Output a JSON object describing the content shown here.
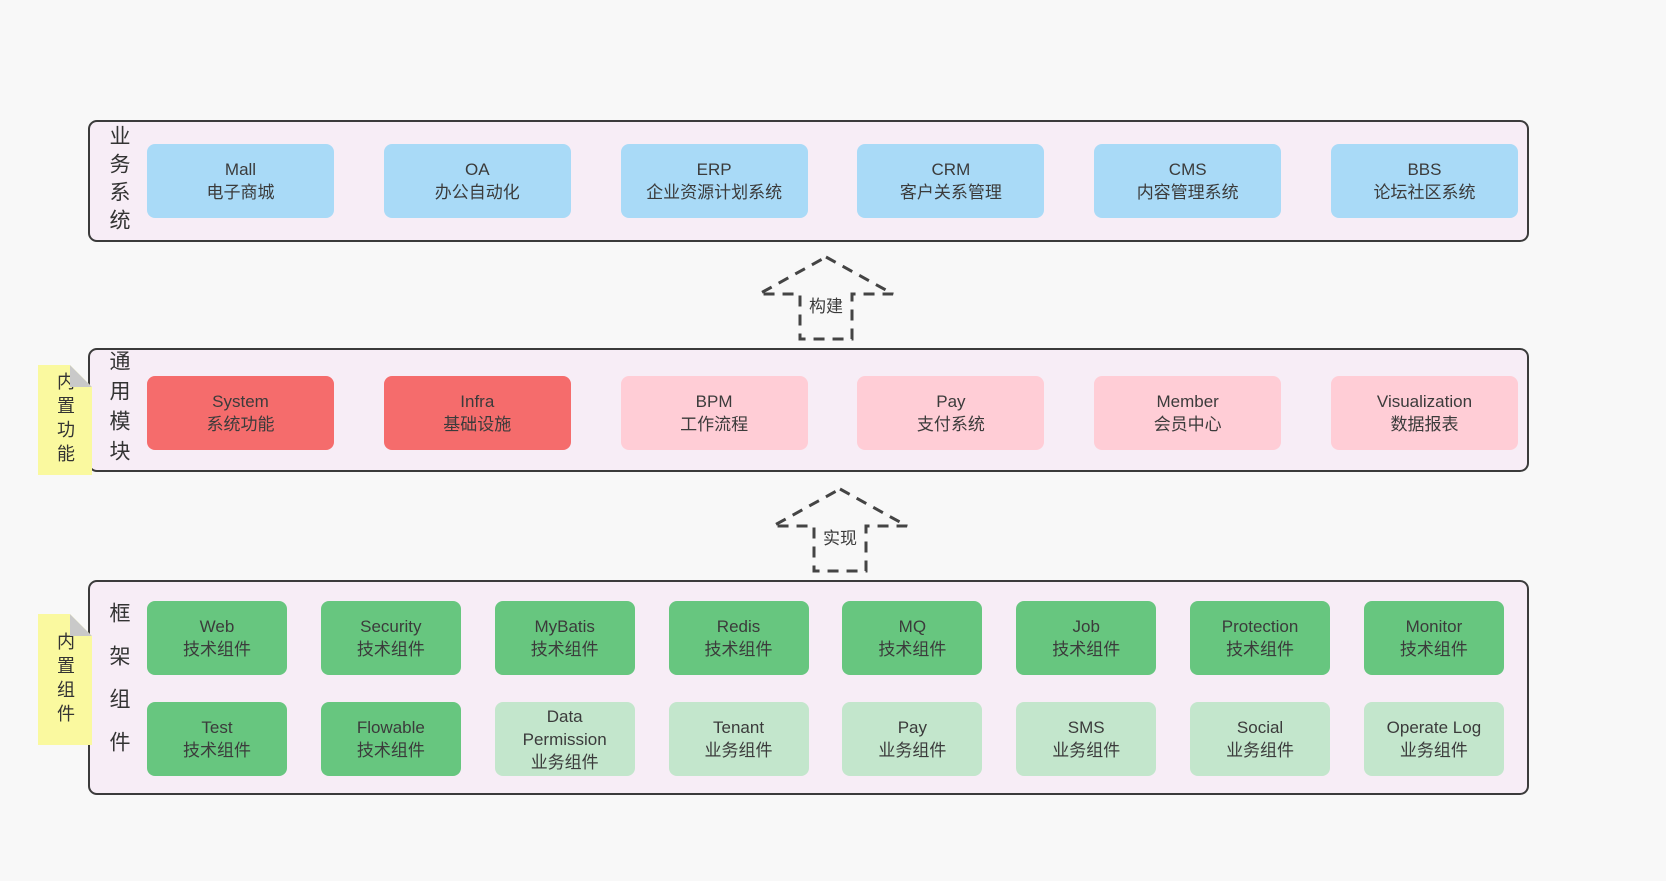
{
  "colors": {
    "page-bg": "#f8f8f8",
    "panel-bg": "#f7edf6",
    "panel-border": "#3b3b3b",
    "box-blue": "#a9daf7",
    "box-red": "#f56c6c",
    "box-pink": "#ffcdd6",
    "box-green": "#67c67f",
    "box-green-light": "#c3e6cc",
    "sticky-yellow": "#faf99f",
    "sticky-fold": "#c9c9c9",
    "text-dark": "#3b3b3b"
  },
  "arrows": [
    {
      "label": "构建"
    },
    {
      "label": "实现"
    }
  ],
  "layers": {
    "business": {
      "label": "业务系统",
      "boxes": [
        {
          "en": "Mall",
          "zh": "电子商城",
          "color": "blue"
        },
        {
          "en": "OA",
          "zh": "办公自动化",
          "color": "blue"
        },
        {
          "en": "ERP",
          "zh": "企业资源计划系统",
          "color": "blue"
        },
        {
          "en": "CRM",
          "zh": "客户关系管理",
          "color": "blue"
        },
        {
          "en": "CMS",
          "zh": "内容管理系统",
          "color": "blue"
        },
        {
          "en": "BBS",
          "zh": "论坛社区系统",
          "color": "blue"
        }
      ]
    },
    "modules": {
      "label": "通用模块",
      "sticky": "内置功能",
      "boxes": [
        {
          "en": "System",
          "zh": "系统功能",
          "color": "red"
        },
        {
          "en": "Infra",
          "zh": "基础设施",
          "color": "red"
        },
        {
          "en": "BPM",
          "zh": "工作流程",
          "color": "pink"
        },
        {
          "en": "Pay",
          "zh": "支付系统",
          "color": "pink"
        },
        {
          "en": "Member",
          "zh": "会员中心",
          "color": "pink"
        },
        {
          "en": "Visualization",
          "zh": "数据报表",
          "color": "pink"
        }
      ]
    },
    "components": {
      "label": "框架组件",
      "sticky": "内置组件",
      "row1": [
        {
          "en": "Web",
          "zh": "技术组件",
          "color": "green"
        },
        {
          "en": "Security",
          "zh": "技术组件",
          "color": "green"
        },
        {
          "en": "MyBatis",
          "zh": "技术组件",
          "color": "green"
        },
        {
          "en": "Redis",
          "zh": "技术组件",
          "color": "green"
        },
        {
          "en": "MQ",
          "zh": "技术组件",
          "color": "green"
        },
        {
          "en": "Job",
          "zh": "技术组件",
          "color": "green"
        },
        {
          "en": "Protection",
          "zh": "技术组件",
          "color": "green"
        },
        {
          "en": "Monitor",
          "zh": "技术组件",
          "color": "green"
        }
      ],
      "row2": [
        {
          "en": "Test",
          "zh": "技术组件",
          "color": "green"
        },
        {
          "en": "Flowable",
          "zh": "技术组件",
          "color": "green"
        },
        {
          "en": "Data Permission",
          "zh": "业务组件",
          "color": "green-light"
        },
        {
          "en": "Tenant",
          "zh": "业务组件",
          "color": "green-light"
        },
        {
          "en": "Pay",
          "zh": "业务组件",
          "color": "green-light"
        },
        {
          "en": "SMS",
          "zh": "业务组件",
          "color": "green-light"
        },
        {
          "en": "Social",
          "zh": "业务组件",
          "color": "green-light"
        },
        {
          "en": "Operate Log",
          "zh": "业务组件",
          "color": "green-light"
        }
      ]
    }
  }
}
